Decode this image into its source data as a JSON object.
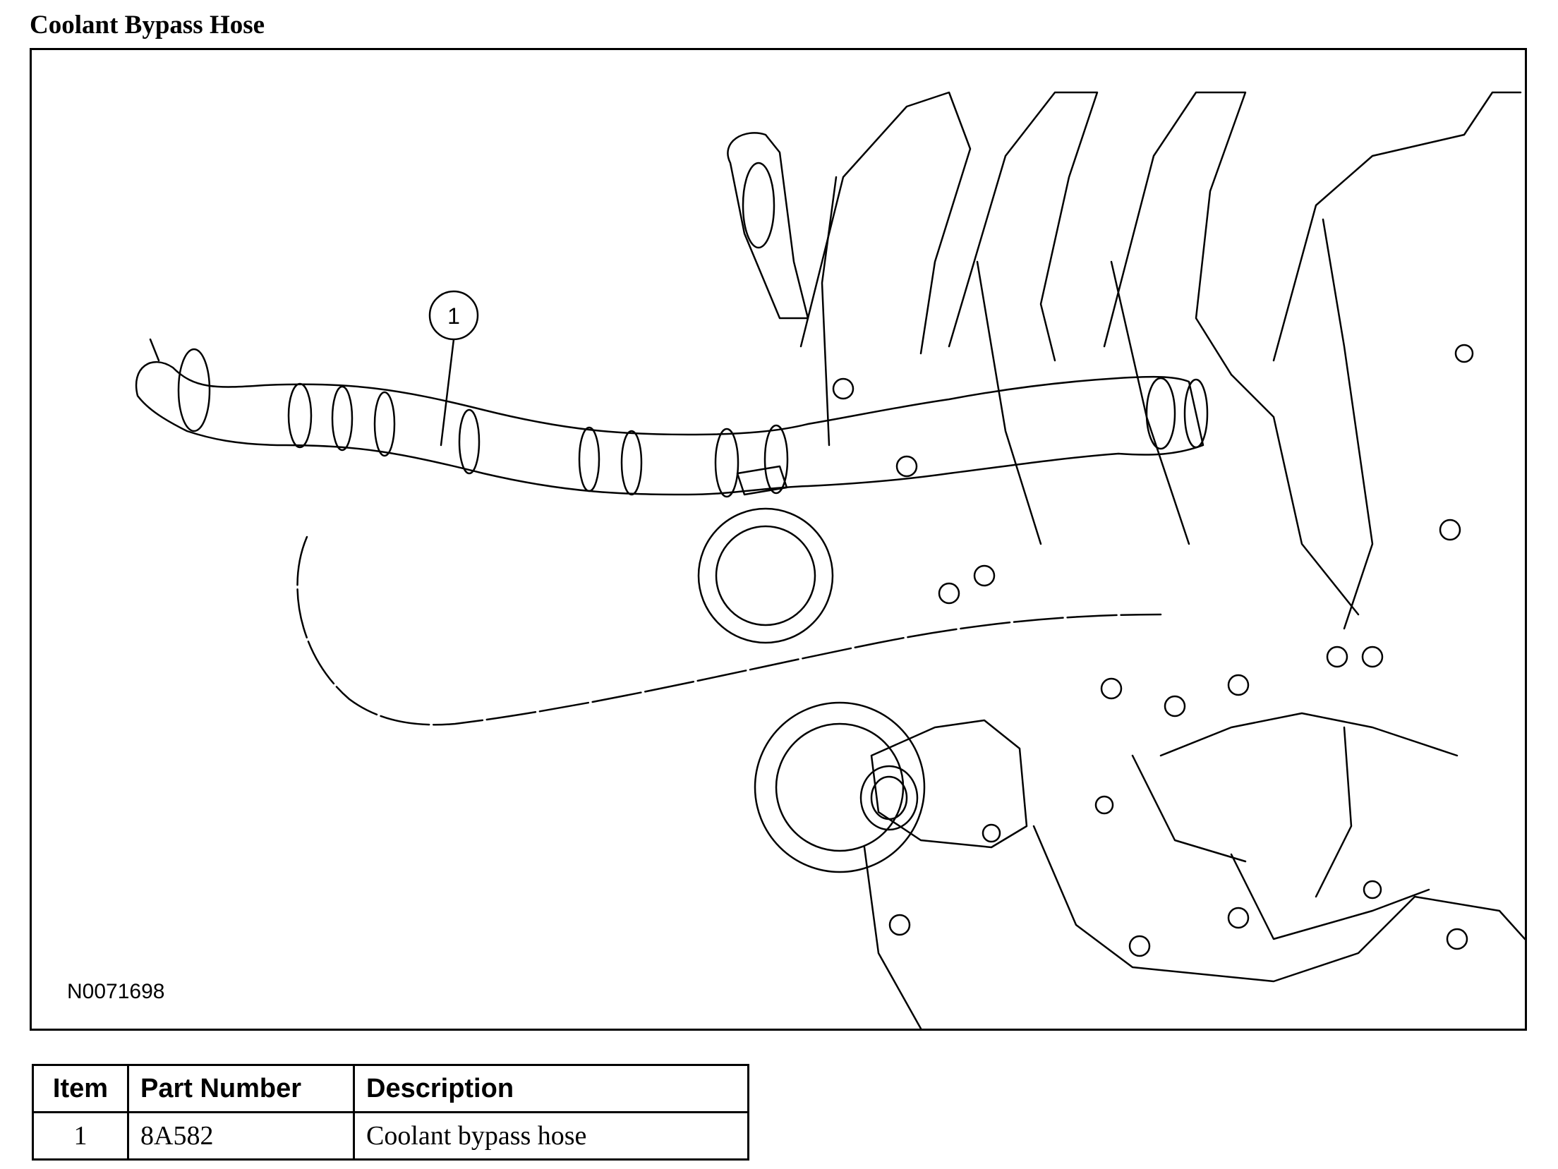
{
  "title": "Coolant Bypass Hose",
  "figure": {
    "callout": "1",
    "code": "N0071698"
  },
  "table": {
    "headers": [
      "Item",
      "Part Number",
      "Description"
    ],
    "rows": [
      {
        "item": "1",
        "part_number": "8A582",
        "description": "Coolant bypass hose"
      }
    ]
  }
}
